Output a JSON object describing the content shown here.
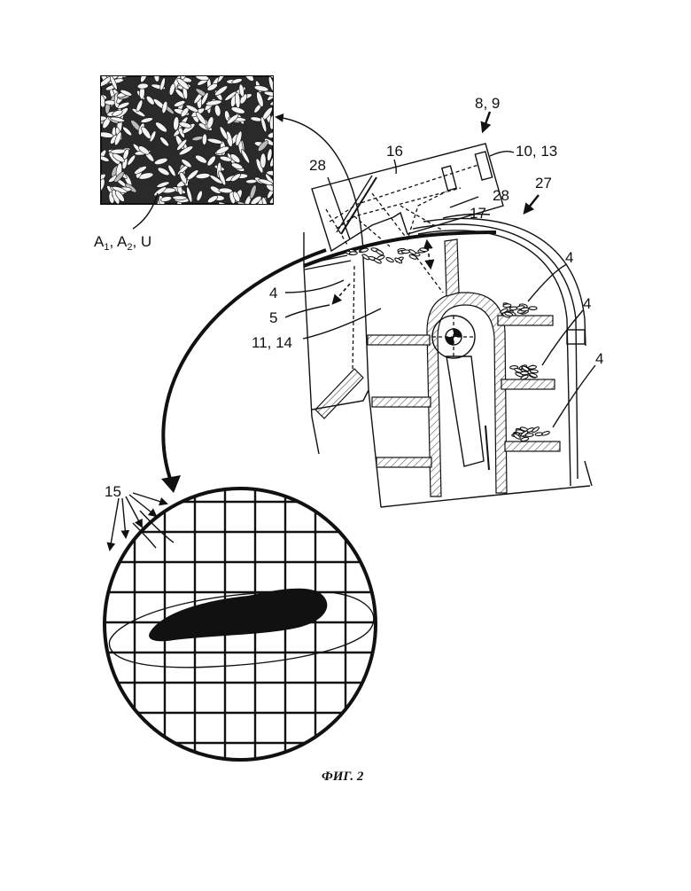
{
  "figure": {
    "caption": "ФИГ. 2",
    "labels": {
      "l_8_9": "8, 9",
      "l_16": "16",
      "l_10_13": "10, 13",
      "l_28a": "28",
      "l_28b": "28",
      "l_27": "27",
      "l_17": "17",
      "l_4a": "4",
      "l_4b": "4",
      "l_4c": "4",
      "l_4d": "4",
      "l_5": "5",
      "l_11_14": "11, 14",
      "l_15": "15"
    },
    "image_label": {
      "a1_main": "A",
      "a1_sub": "1",
      "a2_main": ", A",
      "a2_sub": "2",
      "u": ", U"
    }
  }
}
